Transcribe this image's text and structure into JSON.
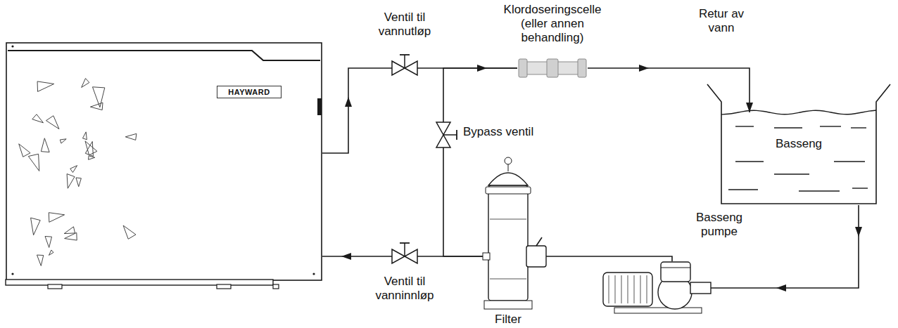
{
  "diagram": {
    "nodes": [
      {
        "text": [
          "HAYWARD"
        ]
      },
      {
        "text": [
          "Ventil til vannutløp"
        ]
      },
      {
        "text": [
          "Klordoseringscelle (eller annen behandling)"
        ]
      },
      {
        "text": [
          "Bypass ventil"
        ]
      },
      {
        "text": [
          "Basseng"
        ]
      },
      {
        "text": [
          "Basseng pumpe"
        ]
      },
      {
        "text": [
          "Filter"
        ]
      },
      {
        "text": [
          "Ventil til vanninnløp"
        ]
      }
    ],
    "edges": [
      {
        "from": 0,
        "to": 1,
        "arrow": "to"
      },
      {
        "from": 1,
        "to": 2,
        "arrow": "to"
      },
      {
        "from": 2,
        "to": 4,
        "label": "Retur av vann",
        "arrow": "to"
      },
      {
        "from": 4,
        "to": 5,
        "arrow": "to"
      },
      {
        "from": 5,
        "to": 6,
        "arrow": "none"
      },
      {
        "from": 6,
        "to": 7,
        "arrow": "none"
      },
      {
        "from": 7,
        "to": 0,
        "arrow": "to"
      },
      {
        "from": 6,
        "to": 3,
        "arrow": "none"
      },
      {
        "from": 3,
        "to": 2,
        "arrow": "none"
      }
    ]
  }
}
